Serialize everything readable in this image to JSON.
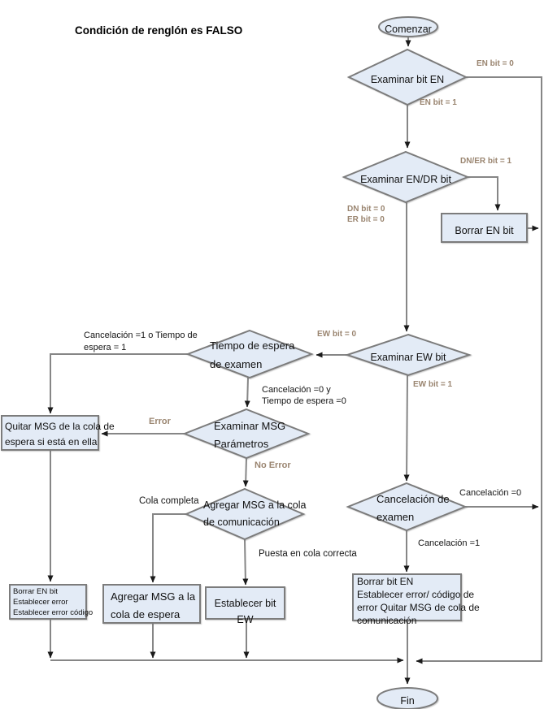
{
  "title": "Condición de renglón es FALSO",
  "colors": {
    "shape_fill": "#e3ebf6",
    "shape_border": "#7c7c7c",
    "line": "#868686",
    "arrow": "#1a1a1a",
    "bit_label": "#9a8570",
    "text": "#1a1a1a"
  },
  "nodes": {
    "start": {
      "label": "Comenzar"
    },
    "examine_en": {
      "label": "Examinar bit EN"
    },
    "examine_endr": {
      "label": "Examinar EN/DR bit"
    },
    "clear_en": {
      "label": "Borrar EN bit"
    },
    "examine_ew": {
      "label": "Examinar EW bit"
    },
    "timeout_exam": {
      "label": "Tiempo de espera\nde examen"
    },
    "examine_msg": {
      "label": "Examinar MSG\nParámetros"
    },
    "remove_msg_wait": {
      "label": "Quitar MSG de la cola de\nespera si está en ella"
    },
    "add_msg_comm": {
      "label": "Agregar MSG a la cola\nde comunicación"
    },
    "cancel_exam": {
      "label": "Cancelación de\nexamen"
    },
    "error_small_box": {
      "label": "Borrar EN bit\nEstablecer error\nEstablecer error código"
    },
    "add_msg_wait": {
      "label": "Agregar MSG a la\ncola de espera"
    },
    "set_ew": {
      "label": "Establecer bit EW"
    },
    "clear_en_error": {
      "label": "Borrar bit EN\nEstablecer error/ código de\nerror Quitar MSG de cola de\ncomunicación"
    },
    "end": {
      "label": "Fin"
    }
  },
  "edge_labels": {
    "en0": "EN bit = 0",
    "en1": "EN bit = 1",
    "dner1": "DN/ER bit = 1",
    "dn0er0": "DN bit = 0\nER bit = 0",
    "ew0": "EW bit = 0",
    "ew1": "EW bit = 1",
    "cancel1_or_timeout1": "Cancelación =1 o Tiempo de\nespera = 1",
    "cancel0_and_timeout0": "Cancelación =0 y\nTiempo de espera =0",
    "error": "Error",
    "no_error": "No Error",
    "queue_full": "Cola completa",
    "queued_ok": "Puesta en cola correcta",
    "cancel0": "Cancelación =0",
    "cancel1": "Cancelación =1"
  }
}
